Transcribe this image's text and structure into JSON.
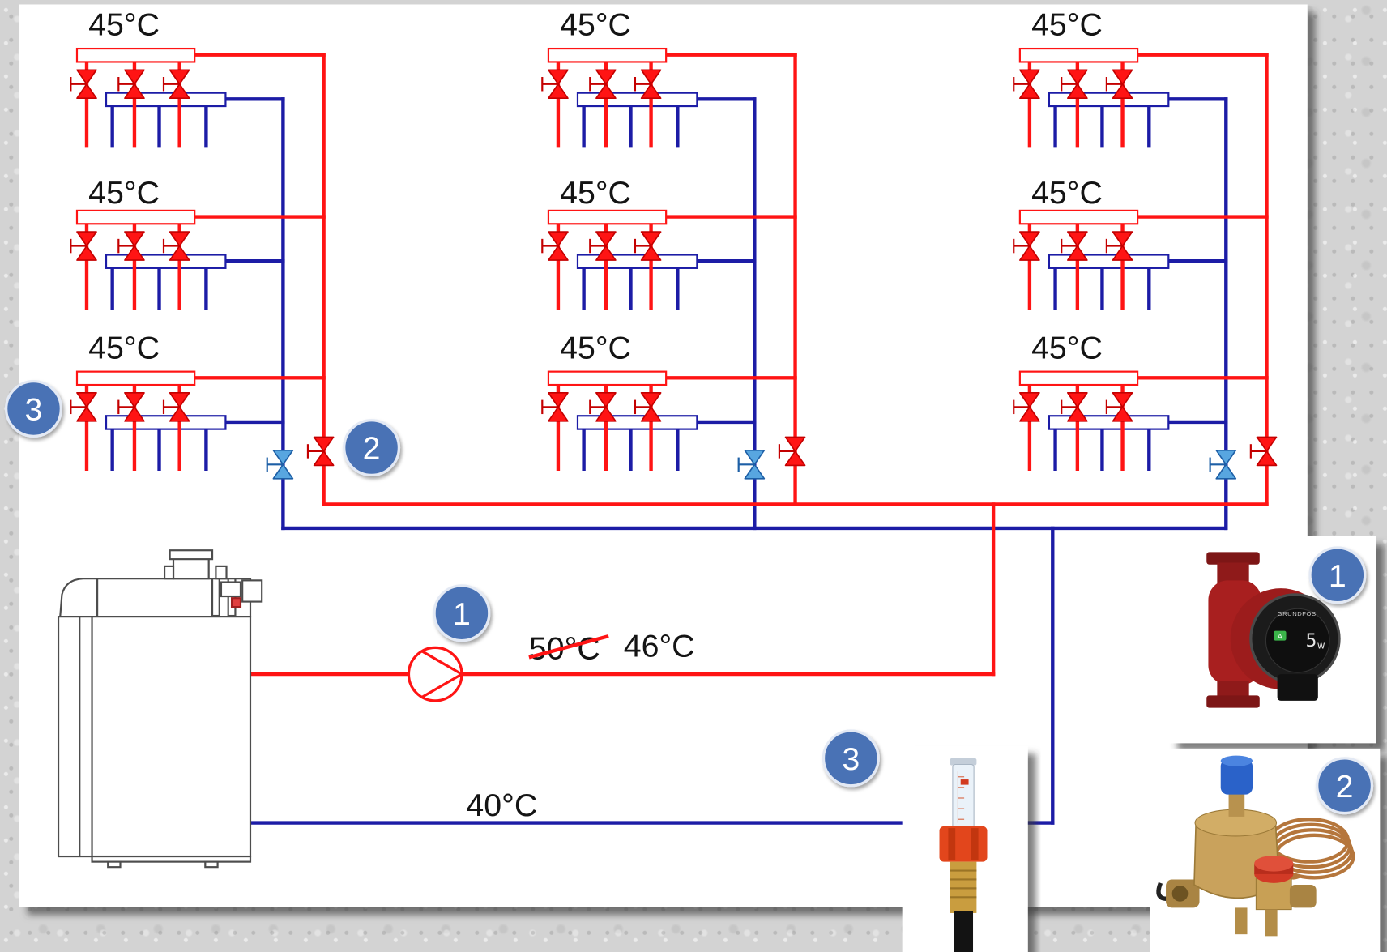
{
  "manifolds": [
    {
      "temp": "45°C"
    },
    {
      "temp": "45°C"
    },
    {
      "temp": "45°C"
    },
    {
      "temp": "45°C"
    },
    {
      "temp": "45°C"
    },
    {
      "temp": "45°C"
    },
    {
      "temp": "45°C"
    },
    {
      "temp": "45°C"
    },
    {
      "temp": "45°C"
    }
  ],
  "supply": {
    "temp_old": "50°C",
    "temp_new": "46°C"
  },
  "return": {
    "temp": "40°C"
  },
  "callouts": {
    "manifold_valve": "3",
    "balancing_valve": "2",
    "pump": "1",
    "flow_meter": "3",
    "pump_photo": "1",
    "valve_photo": "2"
  },
  "pump_photo": {
    "brand": "GRUNDFOS",
    "mode_badge": "A",
    "display_value": "5",
    "display_unit": "w"
  },
  "colors": {
    "supply": "#ff1414",
    "supply_dark": "#c40000",
    "return": "#1c1ca6",
    "valve_blue": "#58a6e0",
    "valve_blue_dark": "#1d5fa6",
    "callout": "#4a72b5",
    "background": "#d3d3d3"
  }
}
